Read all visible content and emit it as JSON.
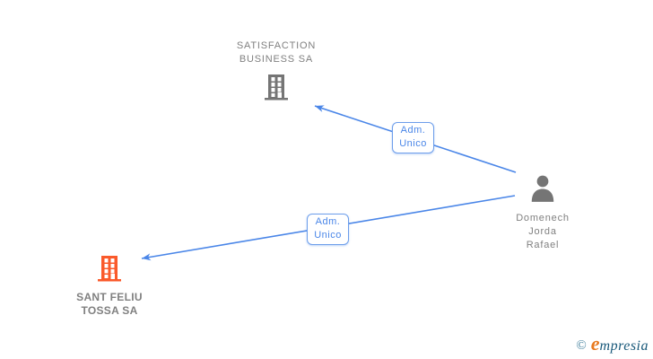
{
  "diagram": {
    "nodes": [
      {
        "id": "satisfaction-business",
        "type": "company",
        "label": "SATISFACTION\nBUSINESS SA"
      },
      {
        "id": "domenech-jorda-rafael",
        "type": "person",
        "label": "Domenech\nJorda\nRafael"
      },
      {
        "id": "sant-feliu-tossa",
        "type": "company",
        "label": "SANT FELIU\nTOSSA SA"
      }
    ],
    "edges": [
      {
        "from": "domenech-jorda-rafael",
        "to": "satisfaction-business",
        "label": "Adm.\nUnico"
      },
      {
        "from": "domenech-jorda-rafael",
        "to": "sant-feliu-tossa",
        "label": "Adm.\nUnico"
      }
    ]
  },
  "footer": {
    "copyright_symbol": "©",
    "brand_initial": "e",
    "brand_rest": "mpresia"
  },
  "colors": {
    "edge_blue": "#4a86e8",
    "box_border_blue": "#6d9eeb",
    "box_text_blue": "#4a86e8",
    "node_gray": "#757575",
    "label_gray": "#808080",
    "company_orange": "#fa5a2b",
    "logo_teal": "#19597a",
    "logo_orange": "#e8791e"
  }
}
